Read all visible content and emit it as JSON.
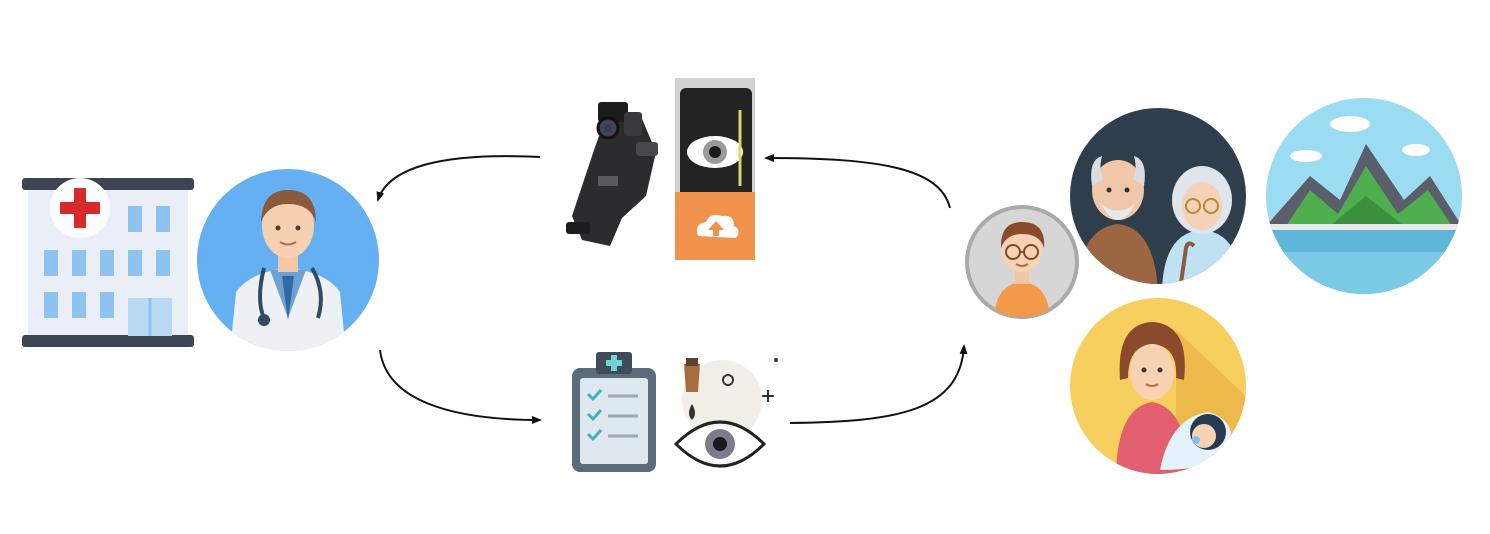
{
  "diagram": {
    "nodes": [
      {
        "id": "hospital",
        "icon": "hospital-icon"
      },
      {
        "id": "doctor",
        "icon": "doctor-icon"
      },
      {
        "id": "eye-device",
        "icon": "handheld-eye-camera-icon"
      },
      {
        "id": "upload-app",
        "icon": "eye-scan-upload-app-icon"
      },
      {
        "id": "treatment-plan",
        "icon": "clipboard-checklist-icon"
      },
      {
        "id": "eye-drops",
        "icon": "eye-drops-icon"
      },
      {
        "id": "child",
        "icon": "child-with-glasses-icon"
      },
      {
        "id": "elderly",
        "icon": "elderly-couple-icon"
      },
      {
        "id": "remote-area",
        "icon": "mountain-landscape-icon"
      },
      {
        "id": "mother-baby",
        "icon": "mother-and-baby-icon"
      }
    ],
    "edges": [
      {
        "from": "patients",
        "to": "capture-upload"
      },
      {
        "from": "capture-upload",
        "to": "doctor"
      },
      {
        "from": "doctor",
        "to": "care-plan"
      },
      {
        "from": "care-plan",
        "to": "patients"
      }
    ],
    "colors": {
      "hospital_red": "#d62b2b",
      "doctor_bg": "#64b0f2",
      "upload_orange": "#f0944d",
      "elderly_bg": "#2f3e4d",
      "mother_bg": "#f6cf5f",
      "arrow": "#111111"
    }
  }
}
